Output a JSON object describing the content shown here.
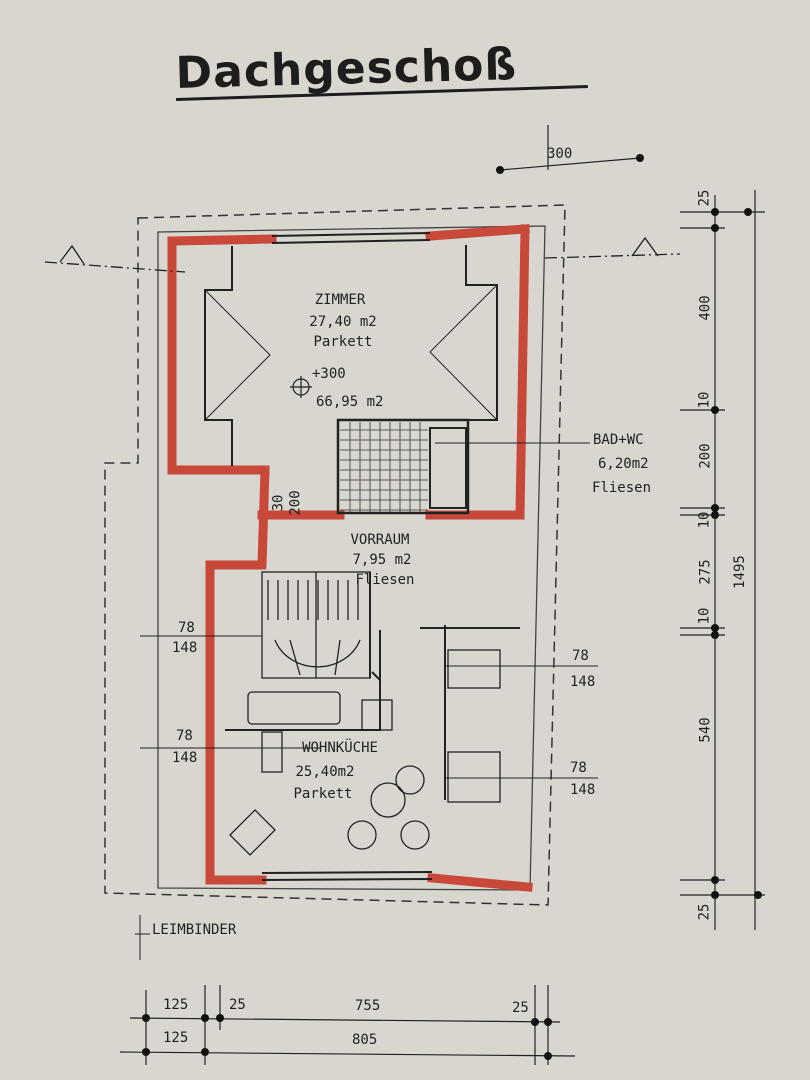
{
  "title": "Dachgeschoß",
  "rooms": {
    "zimmer": {
      "name": "ZIMMER",
      "area": "27,40 m2",
      "floor": "Parkett",
      "level": "+300",
      "volume": "66,95 m2"
    },
    "bad": {
      "name": "BAD+WC",
      "area": "6,20m2",
      "floor": "Fliesen"
    },
    "vorraum": {
      "name": "VORRAUM",
      "area": "7,95 m2",
      "floor": "Fliesen"
    },
    "wohnkueche": {
      "name": "WOHNKÜCHE",
      "area": "25,40m2",
      "floor": "Parkett"
    }
  },
  "door_dims": {
    "a": "30",
    "b": "200"
  },
  "window_dims": [
    {
      "w": "78",
      "h": "148"
    },
    {
      "w": "78",
      "h": "148"
    },
    {
      "w": "78",
      "h": "148"
    },
    {
      "w": "78",
      "h": "148"
    }
  ],
  "right_dims": {
    "top": "300",
    "segments": [
      "25",
      "400",
      "10",
      "200",
      "10",
      "275",
      "10",
      "540",
      "25"
    ],
    "total": "1495"
  },
  "bottom_dims": {
    "row1": [
      "125",
      "25",
      "755",
      "25"
    ],
    "row2": [
      "125",
      "805"
    ]
  },
  "leimbinder": "LEIMBINDER",
  "colors": {
    "wall": "#c8483a",
    "line": "#222222",
    "paper": "#d9d6cf"
  }
}
